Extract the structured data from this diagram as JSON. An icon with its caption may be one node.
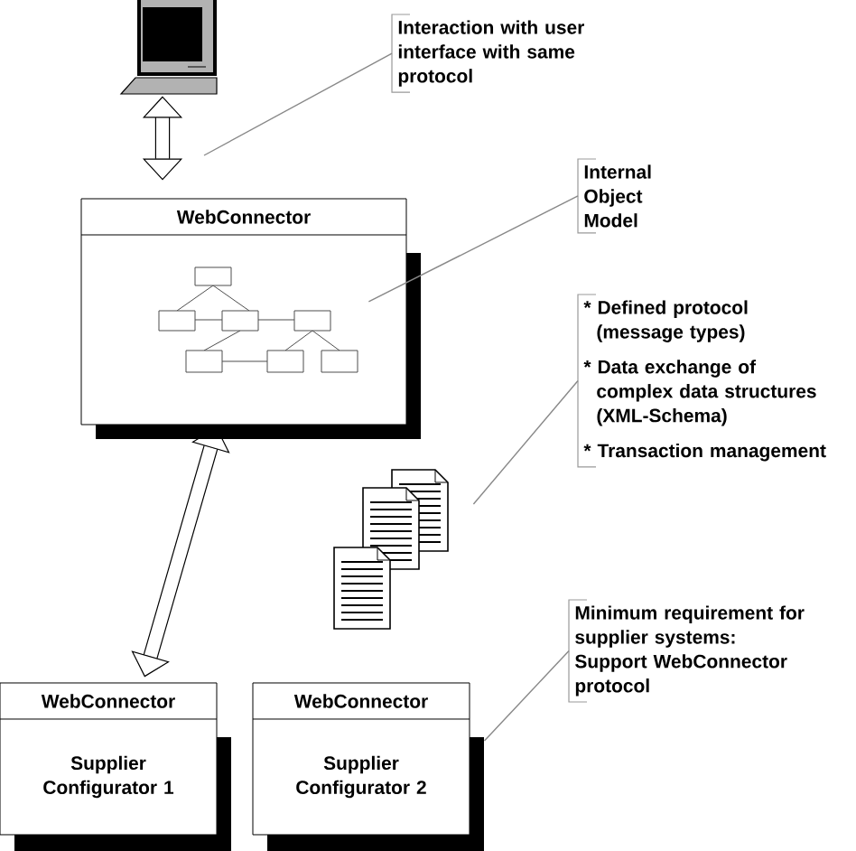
{
  "diagram": {
    "nodes": [
      {
        "text": [],
        "shape": "picture"
      },
      {
        "text": [
          "Interaction with user interface with same protocol"
        ]
      },
      {
        "text": [
          "WebConnector"
        ]
      },
      {
        "text": [],
        "shape": "picture",
        "in": 2
      },
      {
        "text": [
          "Internal Object Model"
        ]
      },
      {
        "text": [],
        "shape": "picture"
      },
      {
        "text": [
          "* Defined protocol (message types)",
          "* Data exchange of complex data structures (XML-Schema)",
          "* Transaction management"
        ]
      },
      {
        "text": [
          "WebConnector",
          "Supplier Configurator 1"
        ]
      },
      {
        "text": [
          "WebConnector",
          "Supplier Configurator 2"
        ]
      },
      {
        "text": [
          "Minimum requirement for supplier systems:",
          "Support WebConnector protocol"
        ]
      }
    ],
    "edges": [
      {
        "from": 0,
        "to": 2,
        "arrow": "both",
        "style": "thick",
        "color": "#000000"
      },
      {
        "from": 2,
        "to": 7,
        "arrow": "both",
        "style": "thick",
        "color": "#000000"
      },
      {
        "from": 1,
        "to": null,
        "arrow": "none",
        "color": "#888888"
      },
      {
        "from": 4,
        "to": 3,
        "arrow": "none",
        "color": "#888888"
      },
      {
        "from": 6,
        "to": 5,
        "arrow": "none",
        "color": "#888888"
      },
      {
        "from": 9,
        "to": 8,
        "arrow": "none",
        "color": "#888888"
      }
    ]
  }
}
